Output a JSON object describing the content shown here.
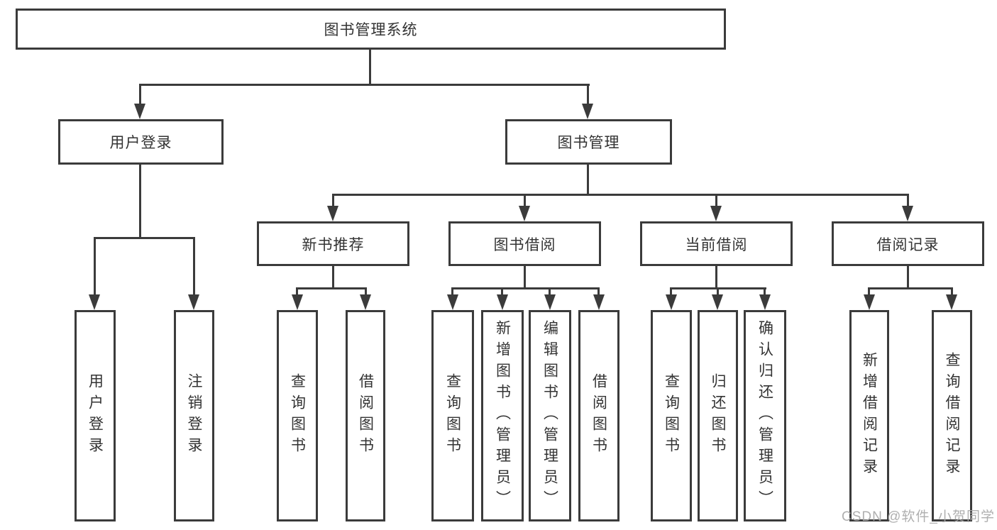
{
  "title": {
    "root": "图书管理系统"
  },
  "level2": {
    "user_login": "用户登录",
    "book_management": "图书管理"
  },
  "level3": {
    "new_book_recommend": "新书推荐",
    "book_borrow": "图书借阅",
    "current_borrow": "当前借阅",
    "borrow_records": "借阅记录"
  },
  "leaves": {
    "user_login": {
      "login": "用户登录",
      "logout": "注销登录"
    },
    "new_book_recommend": {
      "query": "查询图书",
      "borrow": "借阅图书"
    },
    "book_borrow": {
      "query": "查询图书",
      "add": "新增图书（管理员）",
      "edit": "编辑图书（管理员）",
      "borrow": "借阅图书"
    },
    "current_borrow": {
      "query": "查询图书",
      "return": "归还图书",
      "confirm": "确认归还（管理员）"
    },
    "borrow_records": {
      "add": "新增借阅记录",
      "query": "查询借阅记录"
    }
  },
  "watermark": "CSDN @软件_小贺同学",
  "colors": {
    "line": "#3b3b3b",
    "text": "#333333",
    "box_background": "#ffffff",
    "watermark": "#a8a8a8"
  }
}
